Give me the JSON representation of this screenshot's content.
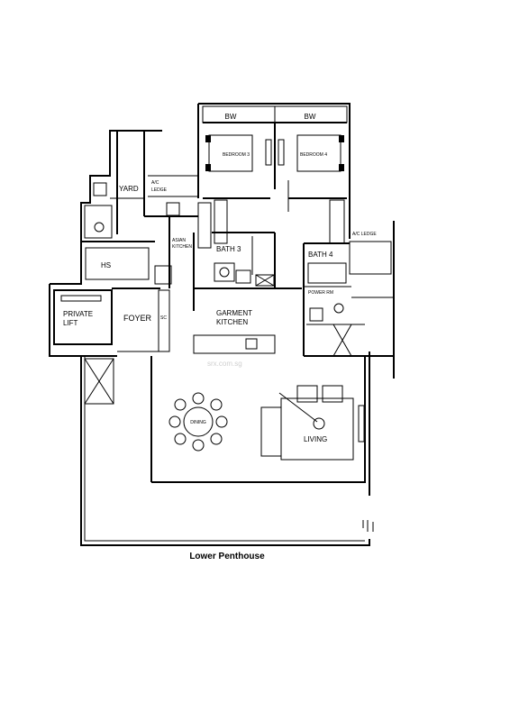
{
  "plan": {
    "caption": "Lower Penthouse",
    "rooms": {
      "bw_left": "BW",
      "bw_right": "BW",
      "bedroom3": "BEDROOM 3",
      "bedroom4": "BEDROOM 4",
      "yard": "YARD",
      "ac_ledge_left_1": "A/C",
      "ac_ledge_left_2": "LEDGE",
      "ac_ledge_right": "A/C LEDGE",
      "asian_kitchen_1": "ASIAN",
      "asian_kitchen_2": "KITCHEN",
      "bath3": "BATH 3",
      "bath4": "BATH 4",
      "hs": "HS",
      "power_rm": "POWER RM",
      "private_lift_1": "PRIVATE",
      "private_lift_2": "LIFT",
      "foyer": "FOYER",
      "sc": "SC",
      "garment": "GARMENT",
      "kitchen": "KITCHEN",
      "dining": "DINING",
      "living": "LIVING"
    },
    "watermark": "srx.com.sg"
  }
}
